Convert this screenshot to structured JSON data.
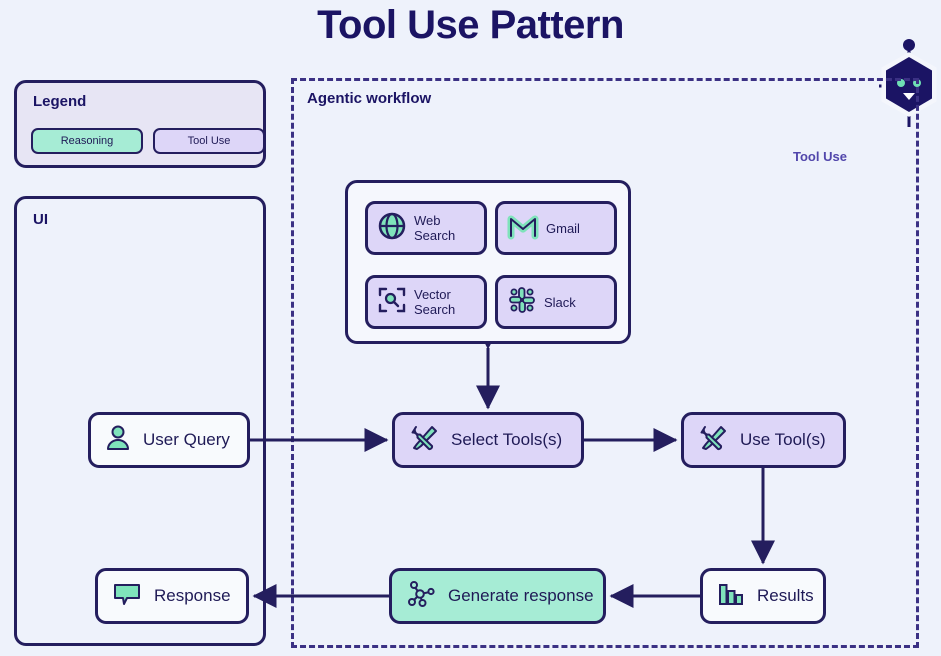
{
  "page": {
    "title": "Tool Use Pattern",
    "background_color": "#eef2fb",
    "ink_color": "#241e5e",
    "reasoning_color": "#a6ecd5",
    "tool_use_color": "#ddd6f8"
  },
  "logo": {
    "icon": "robot-head-icon"
  },
  "legend": {
    "title": "Legend",
    "chips": [
      {
        "label": "Reasoning",
        "color": "#a6ecd5"
      },
      {
        "label": "Tool Use",
        "color": "#ddd6f8"
      }
    ]
  },
  "ui_panel": {
    "title": "UI"
  },
  "agentic_workflow": {
    "title": "Agentic workflow",
    "tool_use_label": "Tool Use"
  },
  "tools_panel": {
    "tools": [
      {
        "label": "Web Search",
        "icon": "globe-icon"
      },
      {
        "label": "Gmail",
        "icon": "gmail-m-icon"
      },
      {
        "label": "Vector Search",
        "icon": "vector-search-icon"
      },
      {
        "label": "Slack",
        "icon": "slack-icon"
      }
    ]
  },
  "nodes": {
    "user_query": {
      "label": "User Query",
      "icon": "user-icon",
      "style": "white"
    },
    "select_tools": {
      "label": "Select Tools(s)",
      "icon": "tools-icon",
      "style": "tool_use"
    },
    "use_tools": {
      "label": "Use Tool(s)",
      "icon": "tools-icon",
      "style": "tool_use"
    },
    "results": {
      "label": "Results",
      "icon": "bar-chart-icon",
      "style": "white"
    },
    "generate_response": {
      "label": "Generate response",
      "icon": "network-icon",
      "style": "reasoning"
    },
    "response": {
      "label": "Response",
      "icon": "chat-bubble-icon",
      "style": "white"
    }
  }
}
